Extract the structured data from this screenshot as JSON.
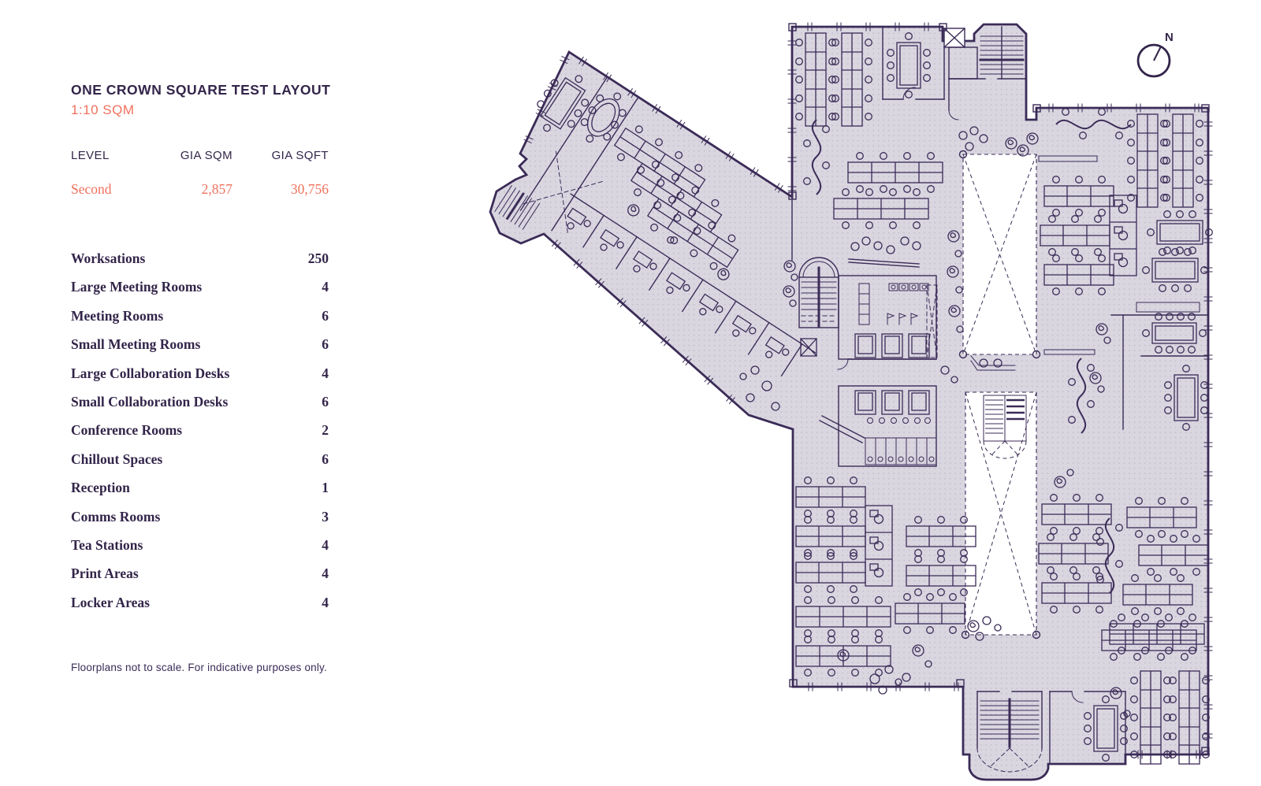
{
  "panel": {
    "title": "ONE CROWN SQUARE TEST LAYOUT",
    "subtitle": "1:10 SQM",
    "table": {
      "headers": [
        "LEVEL",
        "GIA SQM",
        "GIA SQFT"
      ],
      "rows": [
        {
          "level": "Second",
          "gia_sqm": "2,857",
          "gia_sqft": "30,756"
        }
      ]
    },
    "stats": [
      {
        "label": "Worksations",
        "value": "250"
      },
      {
        "label": "Large Meeting Rooms",
        "value": "4"
      },
      {
        "label": "Meeting Rooms",
        "value": "6"
      },
      {
        "label": "Small Meeting Rooms",
        "value": "6"
      },
      {
        "label": "Large Collaboration Desks",
        "value": "4"
      },
      {
        "label": "Small Collaboration Desks",
        "value": "6"
      },
      {
        "label": "Conference Rooms",
        "value": "2"
      },
      {
        "label": "Chillout Spaces",
        "value": "6"
      },
      {
        "label": "Reception",
        "value": "1"
      },
      {
        "label": "Comms Rooms",
        "value": "3"
      },
      {
        "label": "Tea Stations",
        "value": "4"
      },
      {
        "label": "Print Areas",
        "value": "4"
      },
      {
        "label": "Locker Areas",
        "value": "4"
      }
    ],
    "footnote": "Floorplans not to scale. For indicative purposes only."
  },
  "compass": {
    "label": "N"
  },
  "colors": {
    "ink": "#3b2b57",
    "text": "#33254a",
    "accent": "#f0715c",
    "floor_fill": "#d9d6e0",
    "floor_dot": "#c2bcce",
    "void": "#ffffff"
  }
}
